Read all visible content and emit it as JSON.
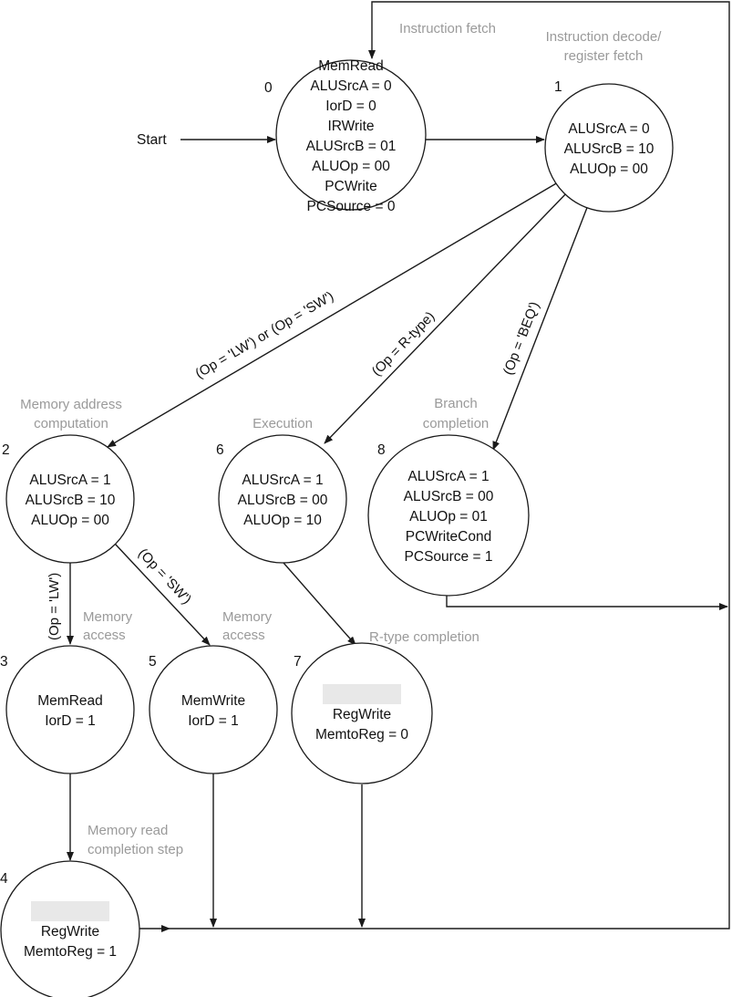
{
  "diagram": {
    "type": "finite-state-machine",
    "start_label": "Start",
    "states": [
      {
        "id": "0",
        "phase": [
          "Instruction fetch"
        ],
        "signals": [
          "MemRead",
          "ALUSrcA = 0",
          "IorD = 0",
          "IRWrite",
          "ALUSrcB = 01",
          "ALUOp = 00",
          "PCWrite",
          "PCSource = 0"
        ],
        "blank_bar": false
      },
      {
        "id": "1",
        "phase": [
          "Instruction decode/",
          "register fetch"
        ],
        "signals": [
          "ALUSrcA = 0",
          "ALUSrcB = 10",
          "ALUOp = 00"
        ],
        "blank_bar": false
      },
      {
        "id": "2",
        "phase": [
          "Memory address",
          "computation"
        ],
        "signals": [
          "ALUSrcA = 1",
          "ALUSrcB = 10",
          "ALUOp = 00"
        ],
        "blank_bar": false
      },
      {
        "id": "6",
        "phase": [
          "Execution"
        ],
        "signals": [
          "ALUSrcA = 1",
          "ALUSrcB = 00",
          "ALUOp = 10"
        ],
        "blank_bar": false
      },
      {
        "id": "8",
        "phase": [
          "Branch",
          "completion"
        ],
        "signals": [
          "ALUSrcA = 1",
          "ALUSrcB = 00",
          "ALUOp = 01",
          "PCWriteCond",
          "PCSource = 1"
        ],
        "blank_bar": false
      },
      {
        "id": "3",
        "phase": [
          "Memory",
          "access"
        ],
        "signals": [
          "MemRead",
          "IorD = 1"
        ],
        "blank_bar": false
      },
      {
        "id": "5",
        "phase": [
          "Memory",
          "access"
        ],
        "signals": [
          "MemWrite",
          "IorD = 1"
        ],
        "blank_bar": false
      },
      {
        "id": "7",
        "phase": [
          "R-type completion"
        ],
        "signals": [
          "RegWrite",
          "MemtoReg = 0"
        ],
        "blank_bar": true
      },
      {
        "id": "4",
        "phase": [
          "Memory read",
          "completion step"
        ],
        "signals": [
          "RegWrite",
          "MemtoReg = 1"
        ],
        "blank_bar": true
      }
    ],
    "transitions": [
      {
        "from": "start",
        "to": "0",
        "condition": ""
      },
      {
        "from": "0",
        "to": "1",
        "condition": ""
      },
      {
        "from": "1",
        "to": "2",
        "condition": "(Op = 'LW') or (Op = 'SW')"
      },
      {
        "from": "1",
        "to": "6",
        "condition": "(Op = R-type)"
      },
      {
        "from": "1",
        "to": "8",
        "condition": "(Op = 'BEQ')"
      },
      {
        "from": "2",
        "to": "3",
        "condition": "(Op = 'LW')"
      },
      {
        "from": "2",
        "to": "5",
        "condition": "(Op = 'SW')"
      },
      {
        "from": "6",
        "to": "7",
        "condition": ""
      },
      {
        "from": "3",
        "to": "4",
        "condition": ""
      },
      {
        "from": "4",
        "to": "0",
        "condition": ""
      },
      {
        "from": "5",
        "to": "0",
        "condition": ""
      },
      {
        "from": "7",
        "to": "0",
        "condition": ""
      },
      {
        "from": "8",
        "to": "0",
        "condition": ""
      }
    ]
  }
}
